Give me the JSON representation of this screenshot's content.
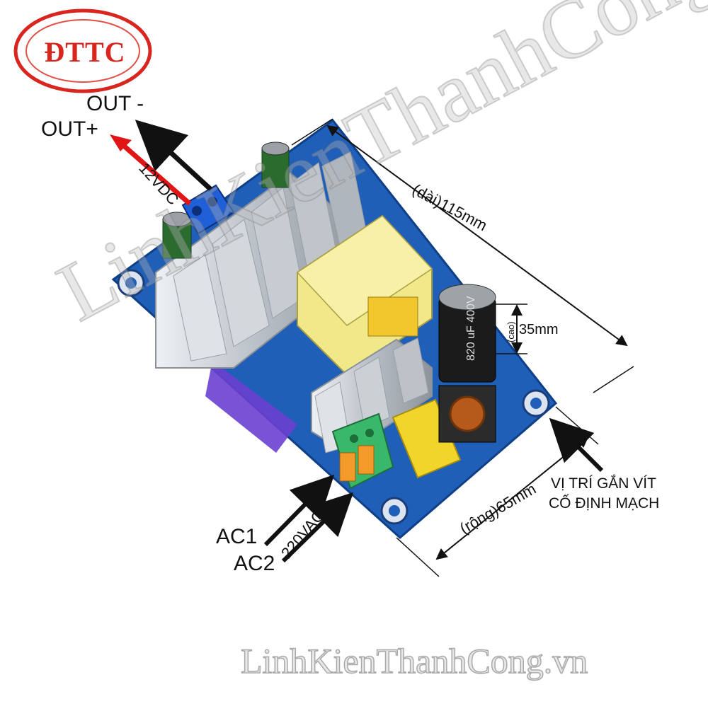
{
  "logo": {
    "text": "ĐTTC",
    "color": "#d8251d"
  },
  "watermark": {
    "diagonal": "LinhKienThanhCong.vn",
    "bottom": "LinhKienThanhCong.vn"
  },
  "labels": {
    "out_minus": "OUT -",
    "out_plus": "OUT+",
    "output_voltage": "12VDC",
    "length": "(dài)115mm",
    "height": "35mm",
    "height_note": "(cao)",
    "width": "(rộng)65mm",
    "screw_line1": "VỊ TRÍ GẮN VÍT",
    "screw_line2": "CỐ ĐỊNH MẠCH",
    "ac1": "AC1",
    "ac2": "AC2",
    "input_voltage": "220VAC"
  },
  "capacitor_text": "820 uF 400V",
  "colors": {
    "pcb": "#1f5fb8",
    "heatsink": "#c9ced3",
    "transformer": "#f1e88a",
    "terminal_input": "#39b86a",
    "terminal_output": "#1f5fd8",
    "arrow_red": "#e01515",
    "arrow_black": "#111111"
  }
}
